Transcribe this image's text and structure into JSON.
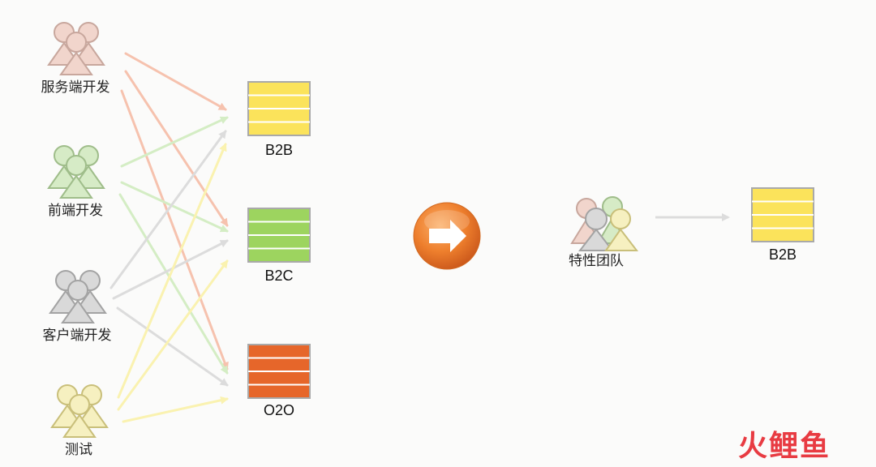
{
  "roles": [
    {
      "key": "server",
      "label": "服务端开发",
      "color": "#f1d5cc",
      "stroke": "#c8a79d"
    },
    {
      "key": "frontend",
      "label": "前端开发",
      "color": "#d6ebc6",
      "stroke": "#9fbd8a"
    },
    {
      "key": "client",
      "label": "客户端开发",
      "color": "#d9d9d9",
      "stroke": "#a3a3a3"
    },
    {
      "key": "testing",
      "label": "测试",
      "color": "#f6f0c0",
      "stroke": "#c9bf7a"
    }
  ],
  "products": [
    {
      "key": "b2b",
      "label": "B2B",
      "color": "#fbe35b",
      "stroke": "#a9a9a9"
    },
    {
      "key": "b2c",
      "label": "B2C",
      "color": "#9dd45f",
      "stroke": "#a9a9a9"
    },
    {
      "key": "o2o",
      "label": "O2O",
      "color": "#e6662a",
      "stroke": "#a9a9a9"
    }
  ],
  "transition_arrow": {
    "color": "#ee7f2d",
    "icon": "arrow-right-icon"
  },
  "feature_team": {
    "label": "特性团队",
    "product_label": "B2B",
    "product_color": "#fbe35b"
  },
  "watermark": {
    "text": "火鲤鱼",
    "color": "#e83b42"
  }
}
